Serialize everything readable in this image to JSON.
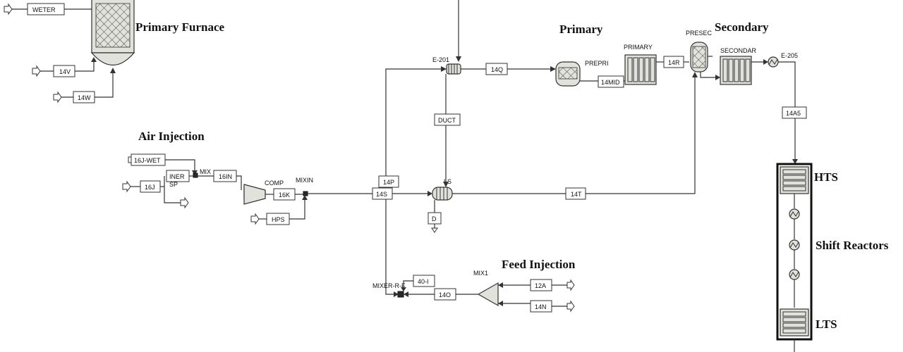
{
  "titles": {
    "primary_furnace": "Primary Furnace",
    "primary": "Primary",
    "secondary": "Secondary",
    "air_injection": "Air Injection",
    "feed_injection": "Feed Injection",
    "hts": "HTS",
    "shift_reactors": "Shift Reactors",
    "lts": "LTS"
  },
  "streams": {
    "weter": "WETER",
    "s14v": "14V",
    "s14w": "14W",
    "s14q": "14Q",
    "s14mid": "14MID",
    "s14r": "14R",
    "duct": "DUCT",
    "s14a5": "14A5",
    "s16jwet": "16J-WET",
    "iner": "INER",
    "s16j": "16J",
    "s16in": "16IN",
    "s16k": "16K",
    "hps": "HPS",
    "s14p": "14P",
    "s14s": "14S",
    "d": "D",
    "s14t": "14T",
    "s40i": "40-I",
    "s14o": "14O",
    "s12a": "12A",
    "s14n": "14N"
  },
  "units": {
    "e201": "E-201",
    "prepri": "PREPRI",
    "primary": "PRIMARY",
    "presec": "PRESEC",
    "secondar": "SECONDAR",
    "e205": "E-205",
    "mix": "MIX",
    "sp": "SP",
    "comp": "COMP",
    "mixin": "MIXIN",
    "ls": "LS",
    "mix1": "MIX1",
    "mixer_r_f": "MIXER-R-F"
  }
}
